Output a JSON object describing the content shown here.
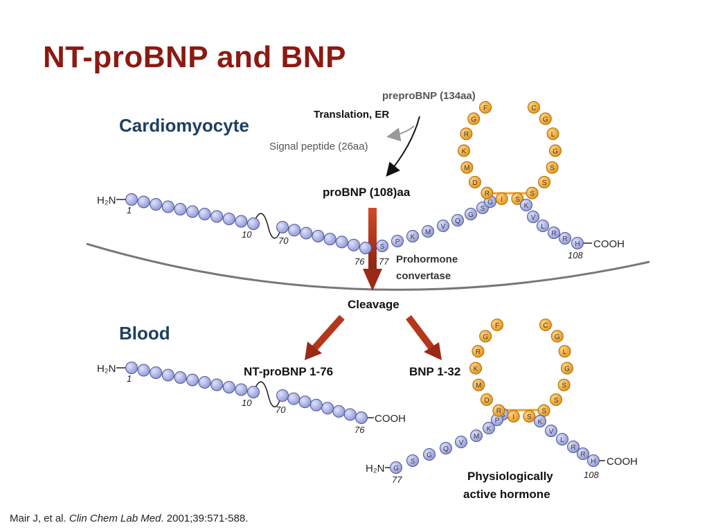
{
  "title": "NT-proBNP and BNP",
  "sections": {
    "cell": "Cardiomyocyte",
    "blood": "Blood"
  },
  "labels": {
    "preprobnp": "preproBNP (134aa)",
    "translation": "Translation, ER",
    "signal": "Signal peptide (26aa)",
    "probnp": "proBNP (108)aa",
    "prohormone": "Prohormone",
    "convertase": "convertase",
    "cleavage": "Cleavage",
    "ntprobnp": "NT-proBNP 1-76",
    "bnp": "BNP 1-32",
    "physio1": "Physiologically",
    "physio2": "active hormone"
  },
  "termini": {
    "n": "H₂N",
    "c": "COOH"
  },
  "residue_numbers": [
    "1",
    "10",
    "70",
    "76",
    "77",
    "108"
  ],
  "ring_sequence": [
    "F",
    "G",
    "R",
    "K",
    "M",
    "D",
    "R",
    "I",
    "S",
    "S",
    "S",
    "S",
    "G",
    "L",
    "G",
    "C"
  ],
  "bnp_tail_n": [
    "S",
    "P",
    "K",
    "M",
    "V",
    "Q",
    "G",
    "S",
    "G"
  ],
  "bnp_tail_c": [
    "K",
    "V",
    "L",
    "R",
    "R",
    "H"
  ],
  "citation": {
    "authors": "Mair J, et al. ",
    "journal": "Clin Chem Lab Med",
    "details": ". 2001;39:571-588."
  },
  "colors": {
    "title": "#8b1a12",
    "section": "#1d3f63",
    "bead": "#9aa3de",
    "ring_bead": "#f0a020",
    "arrow": "#b5371a"
  }
}
